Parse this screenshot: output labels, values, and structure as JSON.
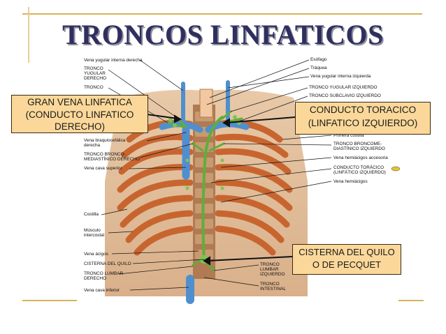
{
  "title": "TRONCOS LINFATICOS",
  "callouts": {
    "left": "GRAN VENA LINFATICA\n(CONDUCTO LINFATICO\nDERECHO)",
    "right": "CONDUCTO TORACICO\n(LINFATICO IZQUIERDO)",
    "bottom": "CISTERNA DEL QUILO\nO DE PECQUET"
  },
  "labels_left": [
    "Vena yugular interna derecha",
    "TRONCO",
    "YUGULAR",
    "DERECHO",
    "TRONCO",
    "Vena braquiocefálica",
    "derecha",
    "TRONCO BRONCO-",
    "MEDIASTÍNICO DERECHO",
    "Vena cava superior",
    "Costilla",
    "Músculo",
    "intercostal",
    "Vena ácigos",
    "CISTERNA DEL QUILO",
    "TRONCO LUMBAR",
    "DERECHO",
    "Vena cava inferior"
  ],
  "labels_right": [
    "Esófago",
    "Tráquea",
    "Vena yugular interna izquierda",
    "TRONCO YUGULAR IZQUIERDO",
    "TRONCO SUBCLAVIO IZQUIERDO",
    "Primera costilla",
    "TRONCO BRONCOME-",
    "DIASTÍNICO IZQUIERDO",
    "Vena hemiácigos accesoria",
    "CONDUCTO TORÁCICO",
    "(LINFÁTICO IZQUIERDO)",
    "Vena hemiácigos"
  ],
  "labels_bottom": [
    "TRONCO",
    "LUMBAR",
    "IZQUIERDO",
    "TRONCO",
    "INTESTINAL"
  ],
  "colors": {
    "title": "#2f2f5f",
    "callout_fill": "#fbd89a",
    "rule": "#d8b25a",
    "lymph_green": "#5fae3c",
    "vein_blue": "#4f8fd0",
    "rib_orange": "#c8652f"
  }
}
